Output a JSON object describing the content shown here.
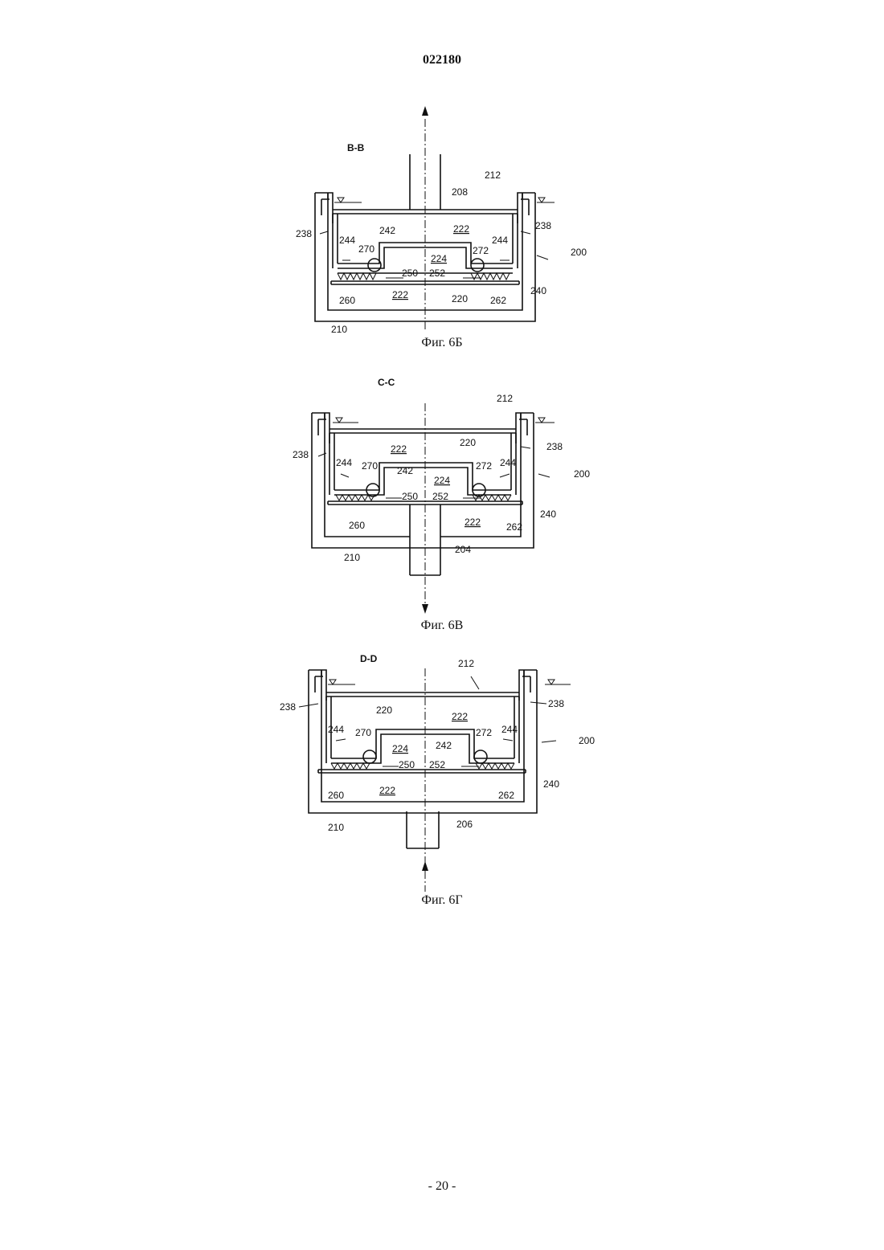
{
  "header": {
    "document_number": "022180"
  },
  "footer": {
    "page_label": "- 20 -"
  },
  "figures": [
    {
      "section": "B-B",
      "caption": "Фиг. 6Б",
      "labels": {
        "n212": "212",
        "n208": "208",
        "n238l": "238",
        "n238r": "238",
        "n200": "200",
        "n222top": "222",
        "n242": "242",
        "n244l": "244",
        "n244r": "244",
        "n270": "270",
        "n272": "272",
        "n224": "224",
        "n250": "250",
        "n252": "252",
        "n240": "240",
        "n260": "260",
        "n262": "262",
        "n222bot": "222",
        "n220": "220",
        "n210": "210"
      }
    },
    {
      "section": "C-C",
      "caption": "Фиг. 6В",
      "labels": {
        "n212": "212",
        "n204": "204",
        "n238l": "238",
        "n238r": "238",
        "n200": "200",
        "n222top": "222",
        "n220": "220",
        "n242": "242",
        "n244l": "244",
        "n244r": "244",
        "n270": "270",
        "n272": "272",
        "n224": "224",
        "n250": "250",
        "n252": "252",
        "n240": "240",
        "n260": "260",
        "n262": "262",
        "n222bot": "222",
        "n210": "210"
      }
    },
    {
      "section": "D-D",
      "caption": "Фиг. 6Г",
      "labels": {
        "n212": "212",
        "n206": "206",
        "n238l": "238",
        "n238r": "238",
        "n200": "200",
        "n220": "220",
        "n222top": "222",
        "n242": "242",
        "n244l": "244",
        "n244r": "244",
        "n270": "270",
        "n272": "272",
        "n224": "224",
        "n250": "250",
        "n252": "252",
        "n240": "240",
        "n260": "260",
        "n262": "262",
        "n222bot": "222",
        "n210": "210"
      }
    }
  ]
}
